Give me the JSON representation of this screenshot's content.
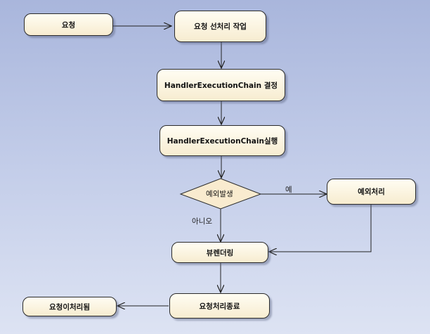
{
  "nodes": {
    "request": "요청",
    "preprocess": "요청 선처리 작업",
    "decide_chain": "HandlerExecutionChain 결정",
    "run_chain": "HandlerExecutionChain실행",
    "exception_occurs": "예외발생",
    "exception_handling": "예외처리",
    "view_rendering": "뷰렌더링",
    "request_end": "요청처리종료",
    "request_done": "요청이처리됨"
  },
  "edges": {
    "yes_label": "예",
    "no_label": "아니오"
  }
}
